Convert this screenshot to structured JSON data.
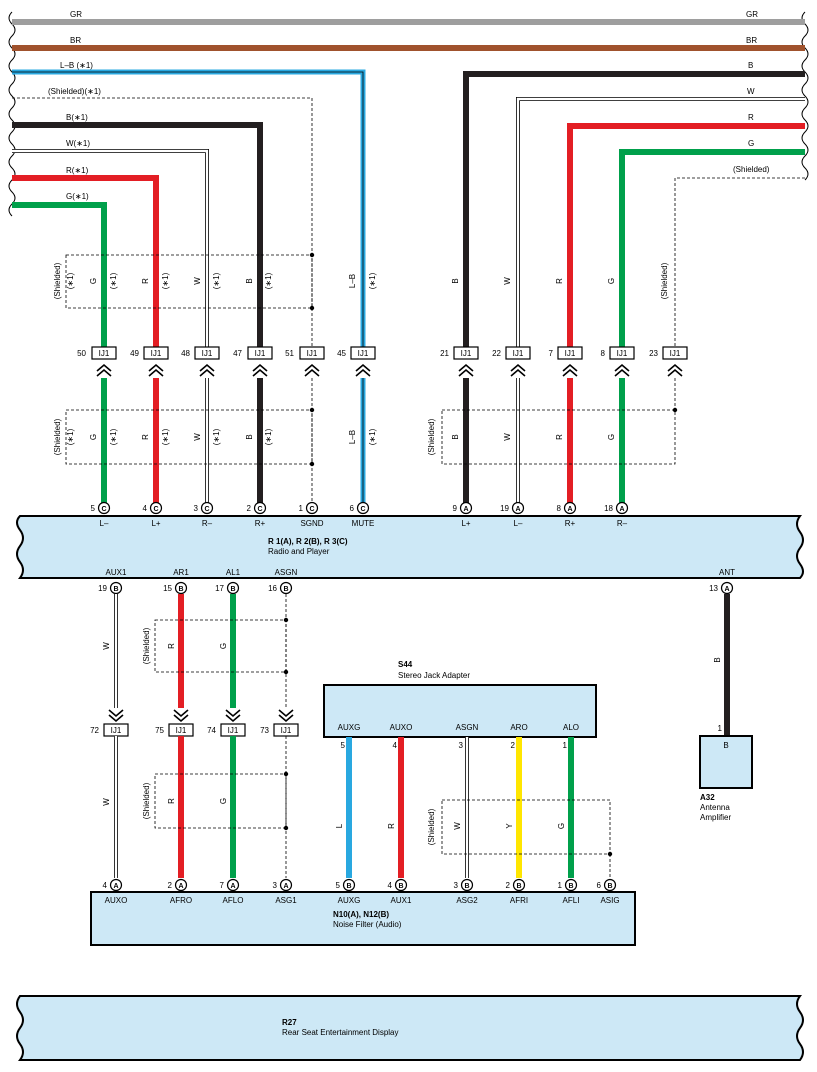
{
  "radio": {
    "id": "R 1(A), R 2(B), R 3(C)",
    "name": "Radio and Player",
    "pins_left": [
      {
        "num": "5",
        "letter": "C",
        "signal": "L–"
      },
      {
        "num": "4",
        "letter": "C",
        "signal": "L+"
      },
      {
        "num": "3",
        "letter": "C",
        "signal": "R–"
      },
      {
        "num": "2",
        "letter": "C",
        "signal": "R+"
      },
      {
        "num": "1",
        "letter": "C",
        "signal": "SGND"
      },
      {
        "num": "6",
        "letter": "C",
        "signal": "MUTE"
      }
    ],
    "pins_right": [
      {
        "num": "9",
        "letter": "A",
        "signal": "L+"
      },
      {
        "num": "19",
        "letter": "A",
        "signal": "L–"
      },
      {
        "num": "8",
        "letter": "A",
        "signal": "R+"
      },
      {
        "num": "18",
        "letter": "A",
        "signal": "R–"
      }
    ],
    "pins_bottom": [
      {
        "num": "19",
        "letter": "B",
        "signal": "AUX1"
      },
      {
        "num": "15",
        "letter": "B",
        "signal": "AR1"
      },
      {
        "num": "17",
        "letter": "B",
        "signal": "AL1"
      },
      {
        "num": "16",
        "letter": "B",
        "signal": "ASGN"
      },
      {
        "num": "13",
        "letter": "A",
        "signal": "ANT"
      }
    ]
  },
  "top_wires_left": [
    {
      "label": "GR",
      "color": "#9e9e9e"
    },
    {
      "label": "BR",
      "color": "#a0522d"
    },
    {
      "label": "L–B (∗1)",
      "color": "#29a8e0"
    },
    {
      "label": "(Shielded)(∗1)",
      "color": "#000000"
    },
    {
      "label": "B(∗1)",
      "color": "#231f20"
    },
    {
      "label": "W(∗1)",
      "color": "#ffffff"
    },
    {
      "label": "R(∗1)",
      "color": "#e31e24"
    },
    {
      "label": "G(∗1)",
      "color": "#00a04b"
    }
  ],
  "top_wires_right": [
    {
      "label": "GR"
    },
    {
      "label": "BR"
    },
    {
      "label": "B"
    },
    {
      "label": "W"
    },
    {
      "label": "R"
    },
    {
      "label": "G"
    },
    {
      "label": "(Shielded)"
    }
  ],
  "left_group": {
    "wire_colors": [
      "G",
      "R",
      "W",
      "B",
      "L–B"
    ],
    "star": "(∗1)",
    "shielded": "(Shielded)",
    "shielded_star": "(∗1)",
    "ij_pins": [
      "50",
      "49",
      "48",
      "47",
      "51",
      "45"
    ],
    "ij_name": "IJ1"
  },
  "right_group": {
    "wire_colors": [
      "B",
      "W",
      "R",
      "G"
    ],
    "shielded": "(Shielded)",
    "ij_pins": [
      "21",
      "22",
      "7",
      "8",
      "23"
    ],
    "ij_name": "IJ1"
  },
  "lower_group": {
    "wire_colors": [
      "W",
      "R",
      "G"
    ],
    "shielded": "(Shielded)",
    "ij_pins": [
      "72",
      "75",
      "74",
      "73"
    ],
    "ij_name": "IJ1"
  },
  "stereo_jack": {
    "id": "S44",
    "name": "Stereo Jack Adapter",
    "pins": [
      {
        "num": "5",
        "signal": "AUXG",
        "wire": "L"
      },
      {
        "num": "4",
        "signal": "AUXO",
        "wire": "R"
      },
      {
        "num": "3",
        "signal": "ASGN",
        "wire": "W"
      },
      {
        "num": "2",
        "signal": "ARO",
        "wire": "Y"
      },
      {
        "num": "1",
        "signal": "ALO",
        "wire": "G"
      }
    ],
    "shielded": "(Shielded)"
  },
  "antenna": {
    "id": "A32",
    "name_line1": "Antenna",
    "name_line2": "Amplifier",
    "pin": "1",
    "inner": "B",
    "wire": "B"
  },
  "noise_filter": {
    "id": "N10(A), N12(B)",
    "name": "Noise Filter (Audio)",
    "pins": [
      {
        "num": "4",
        "letter": "A",
        "signal": "AUXO"
      },
      {
        "num": "2",
        "letter": "A",
        "signal": "AFRO"
      },
      {
        "num": "7",
        "letter": "A",
        "signal": "AFLO"
      },
      {
        "num": "3",
        "letter": "A",
        "signal": "ASG1"
      },
      {
        "num": "5",
        "letter": "B",
        "signal": "AUXG"
      },
      {
        "num": "4",
        "letter": "B",
        "signal": "AUX1"
      },
      {
        "num": "3",
        "letter": "B",
        "signal": "ASG2"
      },
      {
        "num": "2",
        "letter": "B",
        "signal": "AFRI"
      },
      {
        "num": "1",
        "letter": "B",
        "signal": "AFLI"
      },
      {
        "num": "6",
        "letter": "B",
        "signal": "ASIG"
      }
    ]
  },
  "rear_display": {
    "id": "R27",
    "name": "Rear Seat Entertainment Display"
  },
  "colors": {
    "box_fill": "#cde8f6",
    "green": "#00a04b",
    "red": "#e31e24",
    "black": "#231f20",
    "blue": "#29a8e0",
    "yellow": "#ffe600",
    "gray": "#9e9e9e",
    "brown": "#a0522d"
  }
}
